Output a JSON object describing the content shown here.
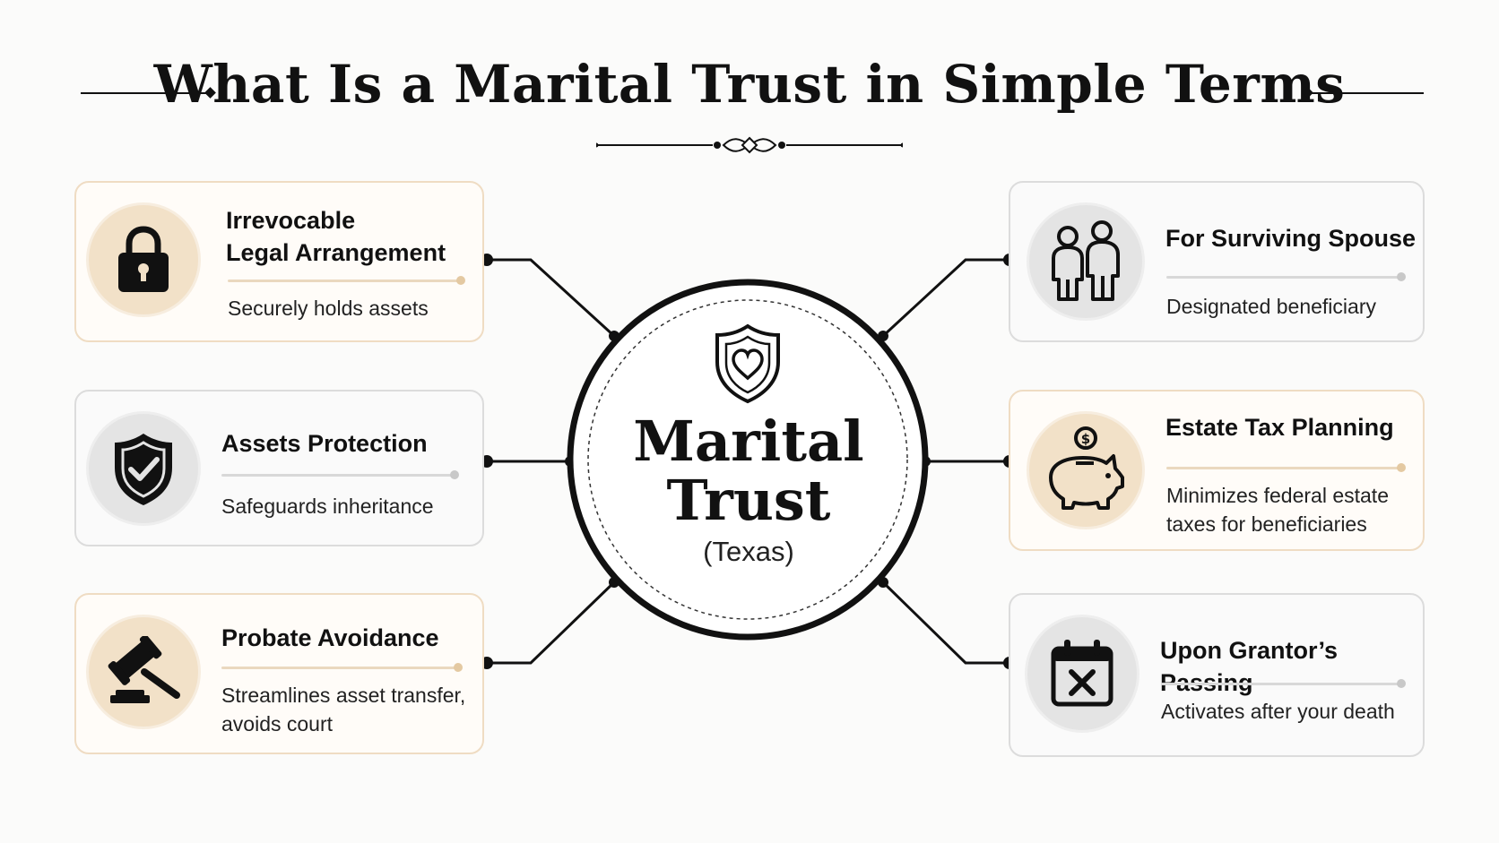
{
  "title": "What Is a Marital Trust in Simple Terms",
  "center": {
    "line1": "Marital",
    "line2": "Trust",
    "subtitle": "(Texas)",
    "icon": "shield-heart-icon"
  },
  "left_cards": [
    {
      "title_line1": "Irrevocable",
      "title_line2": "Legal Arrangement",
      "description_line1": "Securely holds assets",
      "description_line2": "",
      "icon": "padlock-icon",
      "tone": "warm"
    },
    {
      "title_line1": "Assets Protection",
      "title_line2": "",
      "description_line1": "Safeguards inheritance",
      "description_line2": "",
      "icon": "shield-check-icon",
      "tone": "cool"
    },
    {
      "title_line1": "Probate Avoidance",
      "title_line2": "",
      "description_line1": "Streamlines asset transfer,",
      "description_line2": "avoids court",
      "icon": "gavel-icon",
      "tone": "warm"
    }
  ],
  "right_cards": [
    {
      "title_line1": "For Surviving Spouse",
      "title_line2": "",
      "description_line1": "Designated beneficiary",
      "description_line2": "",
      "icon": "couple-icon",
      "tone": "cool"
    },
    {
      "title_line1": "Estate Tax Planning",
      "title_line2": "",
      "description_line1": "Minimizes federal estate",
      "description_line2": "taxes for beneficiaries",
      "icon": "piggy-bank-icon",
      "tone": "warm"
    },
    {
      "title_line1": "Upon Grantor’s Passing",
      "title_line2": "",
      "description_line1": "Activates after your death",
      "description_line2": "",
      "icon": "calendar-x-icon",
      "tone": "cool"
    }
  ],
  "colors": {
    "warm_fill": "#f2e1c8",
    "warm_border": "#efdcc3",
    "cool_fill": "#e4e4e4",
    "ink": "#111111"
  }
}
